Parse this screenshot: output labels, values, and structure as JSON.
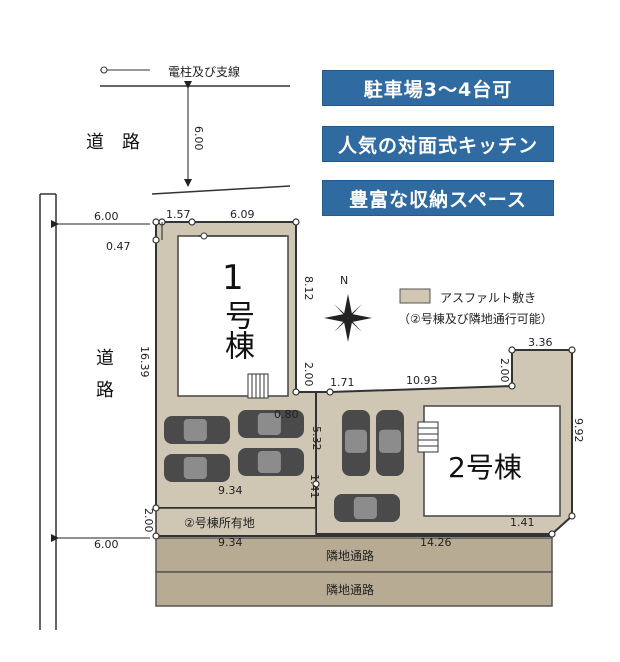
{
  "badges": [
    "駐車場3～4台可",
    "人気の対面式キッチン",
    "豊富な収納スペース"
  ],
  "legend": {
    "pole_label": "電柱及び支線",
    "asphalt_label": "アスファルト敷き",
    "asphalt_note": "（②号棟及び隣地通行可能）",
    "colors": {
      "asphalt": "#cfc7b3",
      "badge": "#2f6aa0",
      "car": "#4a4a4a"
    }
  },
  "roads": {
    "north": "道　路",
    "west_line1": "道",
    "west_line2": "路",
    "adjacent_1": "隣地通路",
    "adjacent_2": "隣地通路"
  },
  "buildings": {
    "b1_num": "1",
    "b1_label": "号棟",
    "b2_label": "2号棟"
  },
  "strip_label": "②号棟所有地",
  "compass_label": "N",
  "dims": {
    "north_setback": "6.00",
    "top_left": "6.00",
    "top_mid": "1.57",
    "top_right": "6.09",
    "corner": "0.47",
    "b1_right": "8.12",
    "left_side": "16.39",
    "notch": "2.00",
    "step": "1.71",
    "lot2_top": "10.93",
    "lot2_notch": "2.00",
    "lot2_corner": "3.36",
    "lot2_right": "9.92",
    "inner": "0.80",
    "drive": "5.32",
    "diag": "1.41",
    "lot1_bottom": "9.34",
    "strip_width": "2.00",
    "bottom_left": "6.00",
    "bottom_mid": "9.34",
    "bottom_right": "14.26",
    "lot2_diag": "1.41"
  },
  "cars": 7
}
